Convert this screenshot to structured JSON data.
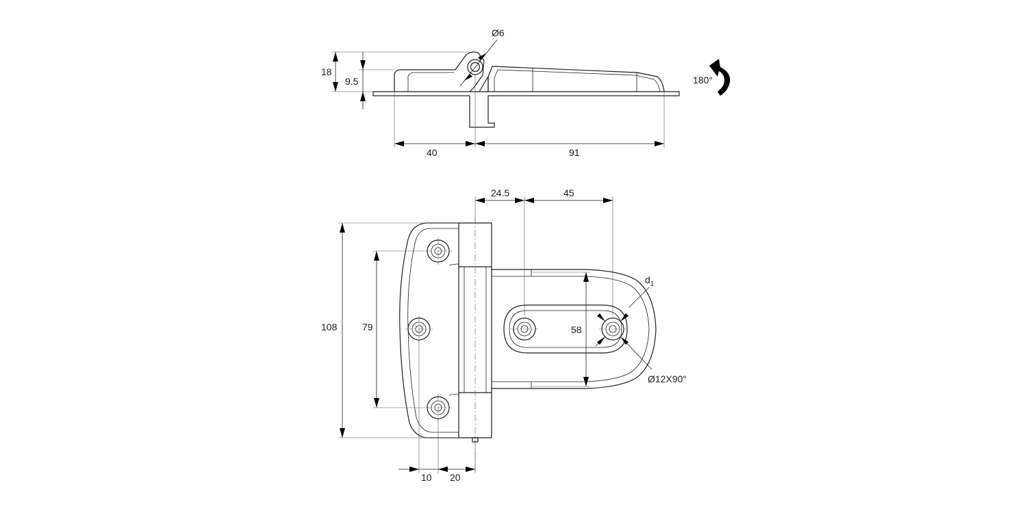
{
  "dimensions": {
    "d_40": "40",
    "d_91": "91",
    "d_18": "18",
    "d_9_5": "9.5",
    "d_phi6": "Ø6",
    "d_rotation": "180°",
    "d_24_5": "24.5",
    "d_45": "45",
    "d_108": "108",
    "d_79": "79",
    "d_58": "58",
    "d_d": "d",
    "d_d_sub": "1",
    "d_countersink": "Ø12X90°",
    "d_10": "10",
    "d_20": "20"
  },
  "icons": {
    "rotation": "rotate-arrow-icon"
  },
  "colors": {
    "line": "#1a1a1a",
    "arrow": "#000000",
    "background": "#ffffff"
  }
}
